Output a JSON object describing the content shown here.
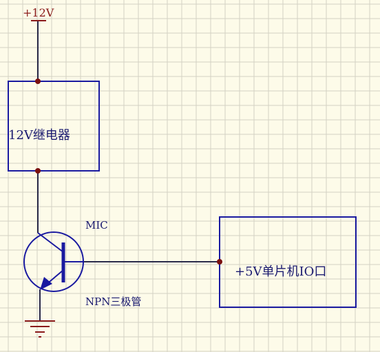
{
  "colors": {
    "background": "#fdfbe9",
    "grid": "#d4d2c4",
    "component": "#1a1aa0",
    "wire": "#2a2a4a",
    "junction": "#7a1010",
    "power": "#8a1a1a",
    "text": "#1a1a70"
  },
  "icons": {
    "supply": "power-arrow-icon",
    "ground": "ground-icon",
    "transistor": "npn-transistor-icon"
  },
  "labels": {
    "supply": "+12V",
    "relay": "12V继电器",
    "mic": "MIC",
    "transistor": "NPN三极管",
    "mcu": "+5V单片机IO口"
  }
}
